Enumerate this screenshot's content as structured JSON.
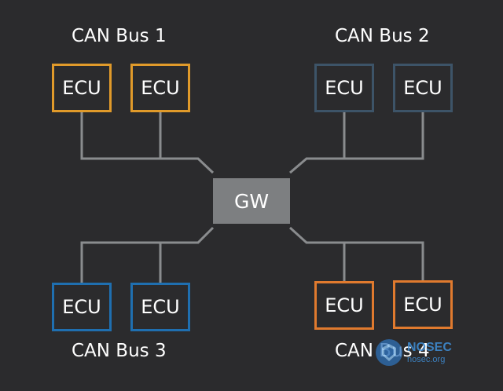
{
  "colors": {
    "background": "#2b2b2d",
    "wire": "#8a8c8e",
    "gateway": "#7d7f81",
    "bus1": "#e09a2a",
    "bus2": "#3d5468",
    "bus3": "#1f6fb0",
    "bus4": "#e07a2e",
    "watermark": "#3f8fd8"
  },
  "gateway": {
    "label": "GW"
  },
  "buses": [
    {
      "name": "CAN Bus 1",
      "ecus": [
        "ECU",
        "ECU"
      ]
    },
    {
      "name": "CAN Bus 2",
      "ecus": [
        "ECU",
        "ECU"
      ]
    },
    {
      "name": "CAN Bus 3",
      "ecus": [
        "ECU",
        "ECU"
      ]
    },
    {
      "name": "CAN Bus 4",
      "ecus": [
        "ECU",
        "ECU"
      ]
    }
  ],
  "watermark": {
    "brand": "NOSEC",
    "site": "nosec.org",
    "icon": "nosec-shield-logo"
  }
}
